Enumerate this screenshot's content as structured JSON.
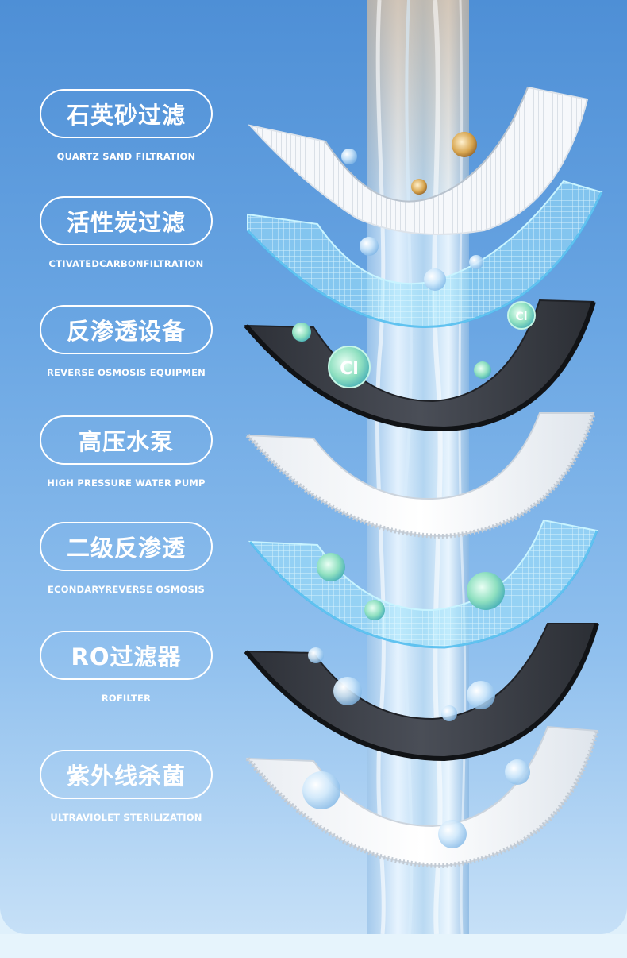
{
  "stages": [
    {
      "title": "石英砂过滤",
      "subtitle": "QUARTZ SAND FILTRATION"
    },
    {
      "title": "活性炭过滤",
      "subtitle": "CTIVATEDCARBONFILTRATION"
    },
    {
      "title": "反渗透设备",
      "subtitle": "REVERSE OSMOSIS EQUIPMEN"
    },
    {
      "title": "高压水泵",
      "subtitle": "HIGH PRESSURE WATER PUMP"
    },
    {
      "title": "二级反渗透",
      "subtitle": "ECONDARYREVERSE OSMOSIS"
    },
    {
      "title": "RO过滤器",
      "subtitle": "ROFILTER"
    },
    {
      "title": "紫外线杀菌",
      "subtitle": "ULTRAVIOLET STERILIZATION"
    }
  ],
  "molecules": {
    "chlorine_left": "Cl",
    "chlorine_right": "Cl"
  },
  "colors": {
    "background_top": "#4e8fd6",
    "background_bottom": "#c6e0f7",
    "label_text": "#ffffff",
    "membrane_dark": "#3a3d44",
    "membrane_light": "#f4f6f8",
    "membrane_blue": "#7fd3f4"
  }
}
